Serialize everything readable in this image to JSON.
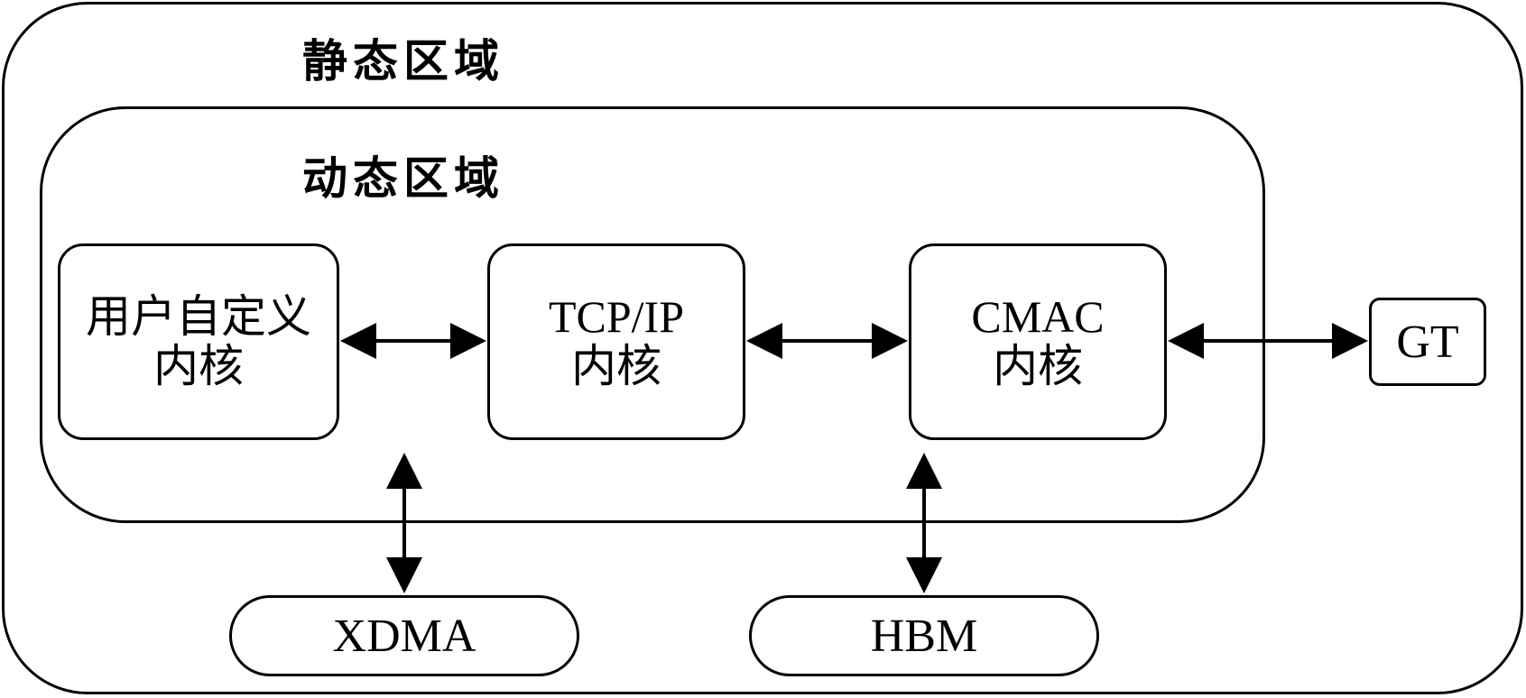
{
  "static_region": {
    "title": "静态区域"
  },
  "dynamic_region": {
    "title": "动态区域"
  },
  "cores": {
    "user": {
      "line1": "用户自定义",
      "line2": "内核"
    },
    "tcpip": {
      "line1": "TCP/IP",
      "line2": "内核"
    },
    "cmac": {
      "line1": "CMAC",
      "line2": "内核"
    }
  },
  "gt": {
    "label": "GT"
  },
  "xdma": {
    "label": "XDMA"
  },
  "hbm": {
    "label": "HBM"
  }
}
